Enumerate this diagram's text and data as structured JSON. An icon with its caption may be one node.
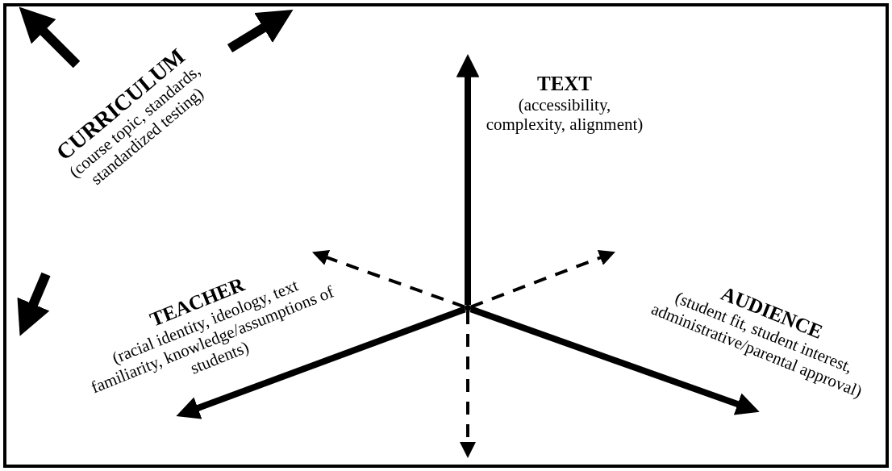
{
  "diagram": {
    "nodes": [
      {
        "text": [
          "CURRICULUM",
          "(course topic, standards, standardized testing)"
        ]
      },
      {
        "text": [
          "TEXT",
          "(accessibility, complexity, alignment)"
        ]
      },
      {
        "text": [
          "TEACHER",
          "(racial identity, ideology, text familiarity, knowledge/assumptions of students)"
        ]
      },
      {
        "text": [
          "AUDIENCE",
          "(student fit, student interest, administrative/parental approval)"
        ]
      },
      {
        "text": [],
        "shape": "circle"
      }
    ],
    "edges": [
      {
        "from": 4,
        "to": 1,
        "arrow": "to",
        "style": "thick"
      },
      {
        "from": 4,
        "to": 2,
        "arrow": "to",
        "style": "thick"
      },
      {
        "from": 4,
        "to": 3,
        "arrow": "to",
        "style": "thick"
      },
      {
        "from": 4,
        "to": 2,
        "arrow": "to",
        "style": "dashed"
      },
      {
        "from": 4,
        "to": null,
        "arrow": "to",
        "style": "dashed"
      },
      {
        "from": 4,
        "to": null,
        "arrow": "to",
        "style": "dashed"
      }
    ]
  }
}
